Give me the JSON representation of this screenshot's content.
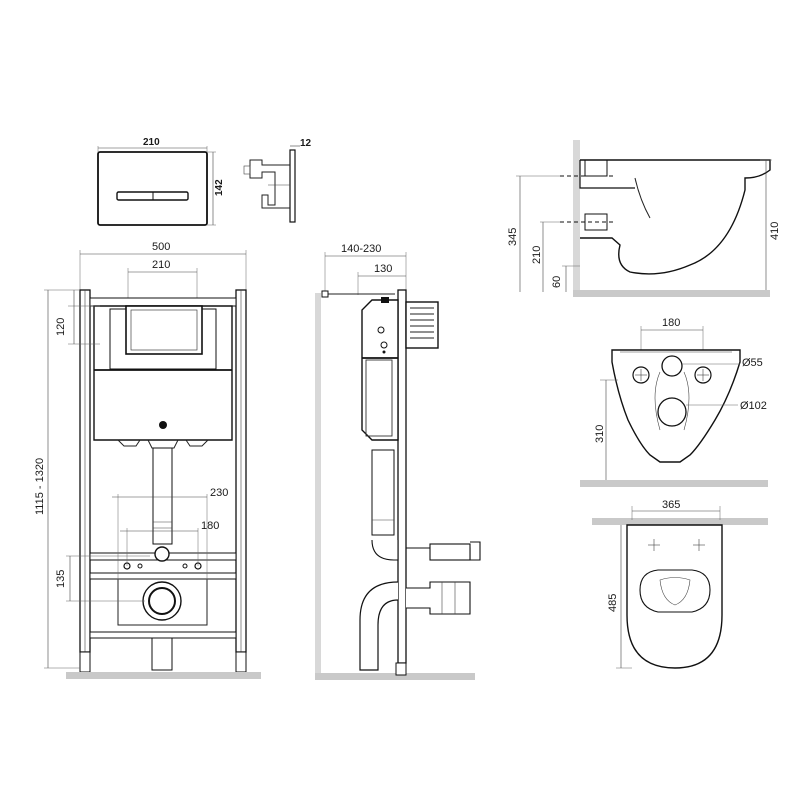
{
  "flush_plate": {
    "width": "210",
    "height": "142",
    "depth": "12"
  },
  "front_view": {
    "frame_width": "500",
    "tank_width": "210",
    "button_offset": "120",
    "height_range": "1115 - 1320",
    "drain_spacing_outer": "230",
    "drain_spacing_inner": "180",
    "drain_height": "135"
  },
  "side_view": {
    "wall_depth": "140-230",
    "frame_depth": "130"
  },
  "bowl_side": {
    "top_height": "345",
    "mid_height": "210",
    "low_height": "60",
    "total_height": "410"
  },
  "bowl_rear": {
    "bolt_spacing": "180",
    "hole_small": "Ø55",
    "hole_large": "Ø102",
    "depth": "310"
  },
  "bowl_top": {
    "width": "365",
    "length": "485"
  }
}
